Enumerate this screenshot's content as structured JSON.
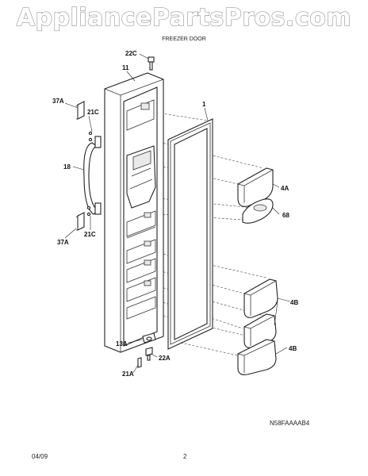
{
  "header": {
    "watermark": "AppliancePartsPros.com",
    "subtitle": "FREEZER DOOR"
  },
  "diagram": {
    "drawing_code": "N58FAAAAB4"
  },
  "labels": {
    "p22C": "22C",
    "p11": "11",
    "p1": "1",
    "p37A_top": "37A",
    "p21C_top": "21C",
    "p18": "18",
    "p37A_bottom": "37A",
    "p21C_bottom": "21C",
    "p4A": "4A",
    "p68": "68",
    "p4B_upper": "4B",
    "p4B_lower": "4B",
    "p13A": "13A",
    "p22A": "22A",
    "p21A": "21A"
  },
  "footer": {
    "date": "04/09",
    "page": "2"
  }
}
